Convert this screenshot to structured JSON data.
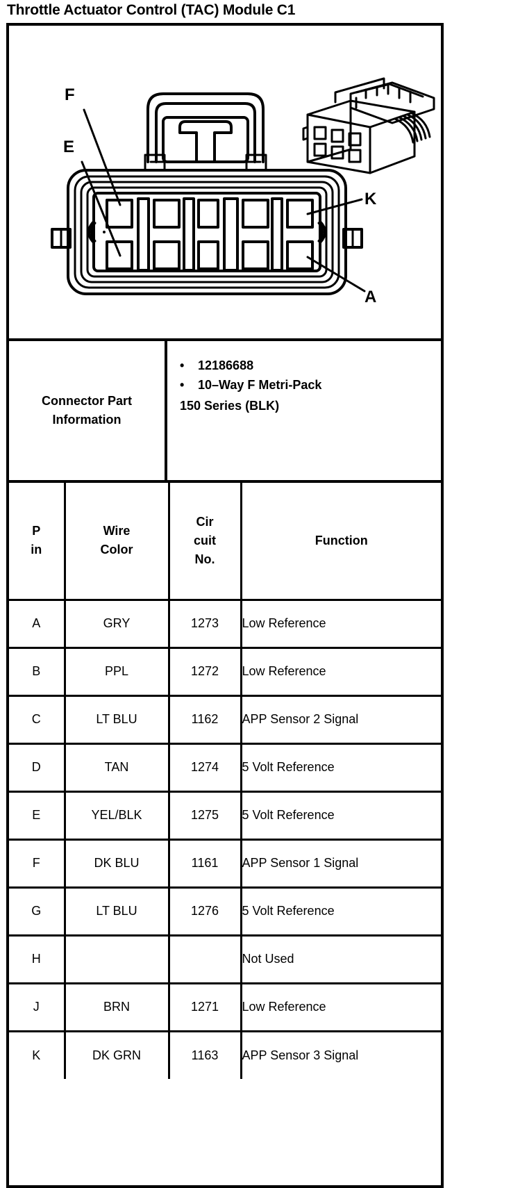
{
  "document": {
    "title": "Throttle Actuator Control (TAC) Module C1"
  },
  "illustration": {
    "name": "connector-face-view",
    "callouts": [
      {
        "id": "F",
        "label": "F"
      },
      {
        "id": "E",
        "label": "E"
      },
      {
        "id": "K",
        "label": "K"
      },
      {
        "id": "A",
        "label": "A"
      }
    ]
  },
  "connector_part_information": {
    "label": "Connector Part Information",
    "bullets": [
      "12186688",
      "10–Way F Metri-Pack"
    ],
    "trailing_text": "150 Series (BLK)",
    "bullet_glyph": "•"
  },
  "pin_table": {
    "headers": {
      "pin": "P\nin",
      "pin_line1": "P",
      "pin_line2": "in",
      "wire_color": "Wire\nColor",
      "wire_color_line1": "Wire",
      "wire_color_line2": "Color",
      "circuit_no": "Cir\ncuit\nNo.",
      "circuit_no_line1": "Cir",
      "circuit_no_line2": "cuit",
      "circuit_no_line3": "No.",
      "function": "Function"
    },
    "rows": [
      {
        "pin": "A",
        "wire_color": "GRY",
        "circuit_no": "1273",
        "function": "Low Reference"
      },
      {
        "pin": "B",
        "wire_color": "PPL",
        "circuit_no": "1272",
        "function": "Low Reference"
      },
      {
        "pin": "C",
        "wire_color": "LT BLU",
        "circuit_no": "1162",
        "function": "APP Sensor 2 Signal"
      },
      {
        "pin": "D",
        "wire_color": "TAN",
        "circuit_no": "1274",
        "function": "5 Volt Reference"
      },
      {
        "pin": "E",
        "wire_color": "YEL/BLK",
        "circuit_no": "1275",
        "function": "5 Volt Reference"
      },
      {
        "pin": "F",
        "wire_color": "DK BLU",
        "circuit_no": "1161",
        "function": "APP Sensor 1 Signal"
      },
      {
        "pin": "G",
        "wire_color": "LT BLU",
        "circuit_no": "1276",
        "function": "5 Volt Reference"
      },
      {
        "pin": "H",
        "wire_color": "",
        "circuit_no": "",
        "function": "Not Used"
      },
      {
        "pin": "J",
        "wire_color": "BRN",
        "circuit_no": "1271",
        "function": "Low Reference"
      },
      {
        "pin": "K",
        "wire_color": "DK GRN",
        "circuit_no": "1163",
        "function": "APP Sensor 3 Signal"
      }
    ]
  },
  "colors": {
    "ink": "#000000",
    "paper": "#ffffff"
  }
}
